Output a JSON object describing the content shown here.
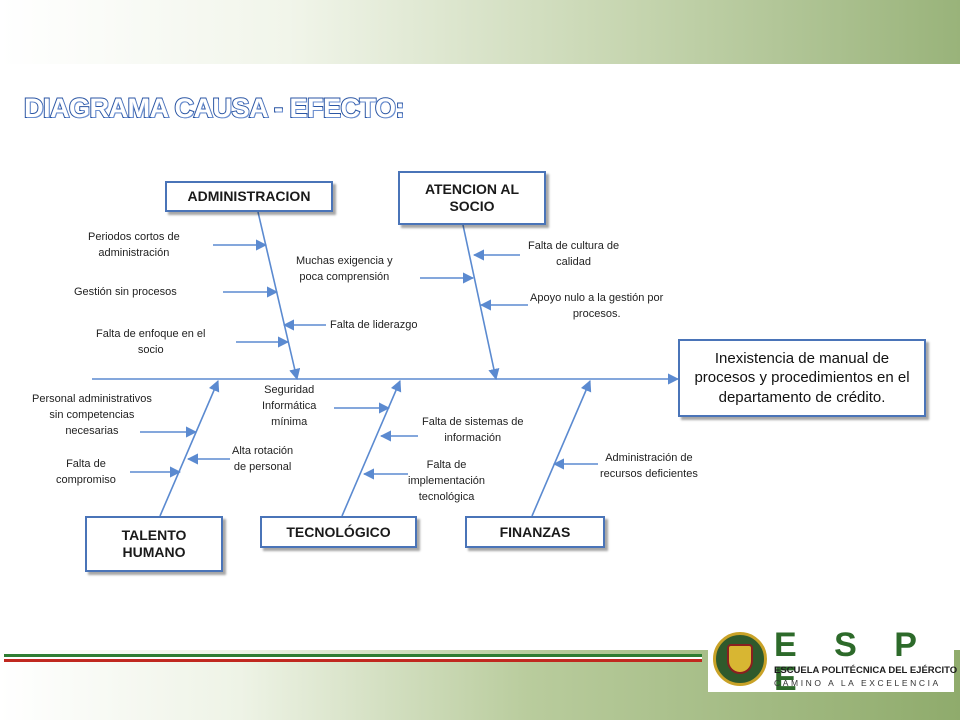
{
  "title": "DIAGRAMA CAUSA - EFECTO:",
  "effect": "Inexistencia de manual de procesos y procedimientos en el departamento de crédito.",
  "categories": {
    "administracion": "ADMINISTRACION",
    "atencion": "ATENCION AL SOCIO",
    "talento": "TALENTO HUMANO",
    "tecnologico": "TECNOLÓGICO",
    "finanzas": "FINANZAS"
  },
  "causes": {
    "administracion": [
      "Periodos cortos de\nadministración",
      "Gestión sin procesos",
      "Falta de enfoque en el\nsocio"
    ],
    "middle_upper": [
      "Muchas exigencia y\npoca comprensión",
      "Falta de liderazgo"
    ],
    "atencion": [
      "Falta de cultura de\ncalidad",
      "Apoyo nulo a la gestión por\nprocesos."
    ],
    "talento": [
      "Personal administrativos\nsin competencias\nnecesarias",
      "Falta de\ncompromiso"
    ],
    "middle_lower": [
      "Seguridad\nInformática\nmínima",
      "Alta rotación\nde personal"
    ],
    "tecnologico": [
      "Falta de sistemas de\ninformación",
      "Falta de\nimplementación\ntecnológica"
    ],
    "finanzas": [
      "Administración de\nrecursos  deficientes"
    ]
  },
  "logo": {
    "letters": "E S P E",
    "name": "ESCUELA POLITÉCNICA DEL EJÉRCITO",
    "motto": "CAMINO A LA EXCELENCIA"
  },
  "colors": {
    "line": "#5b8ad0",
    "box_border": "#4a74b8",
    "title_stroke": "#2b56a4",
    "stripe_green": "#2f7d32",
    "stripe_red": "#c0281f",
    "logo_green": "#2d6a2a"
  }
}
